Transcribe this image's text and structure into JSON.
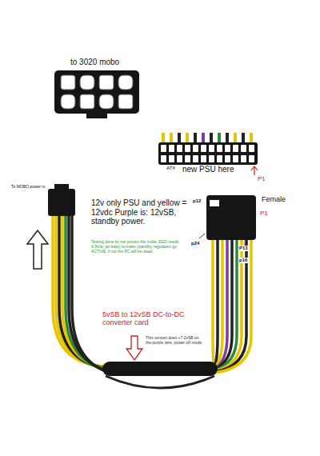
{
  "diagram": {
    "labels": [
      "to 3020 mobo",
      "ATX",
      "new PSU here",
      "P1",
      "Female",
      "p12",
      "P1",
      "P13",
      "p24",
      "p16",
      "To MOBO power in.",
      "12v only PSU and yellow = 12vdc Purple is: 12vSB, standby power.",
      "Testing done by me proves the mobo 3020 needs 4.9Vdc (at least) to make (standby regulators go ACTIVE, if not the PC will be dead.",
      "5vSB to 12vSB DC-to-DC converter card",
      "This version does +7.2vSB on the purple wire, power off mode."
    ]
  }
}
